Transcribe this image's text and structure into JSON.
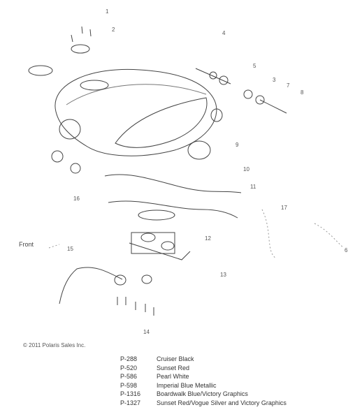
{
  "callouts": [
    "1",
    "2",
    "3",
    "4",
    "5",
    "6",
    "7",
    "8",
    "9",
    "10",
    "11",
    "12",
    "13",
    "14",
    "15",
    "16",
    "17"
  ],
  "front_label": "Front",
  "copyright": "© 2011 Polaris Sales Inc.",
  "legend": [
    {
      "code": "P-288",
      "name": "Cruiser Black"
    },
    {
      "code": "P-520",
      "name": "Sunset Red"
    },
    {
      "code": "P-586",
      "name": "Pearl White"
    },
    {
      "code": "P-598",
      "name": "Imperial Blue Metallic"
    },
    {
      "code": "P-1316",
      "name": "Boardwalk Blue/Victory Graphics"
    },
    {
      "code": "P-1327",
      "name": "Sunset Red/Vogue Silver and Victory Graphics"
    }
  ]
}
